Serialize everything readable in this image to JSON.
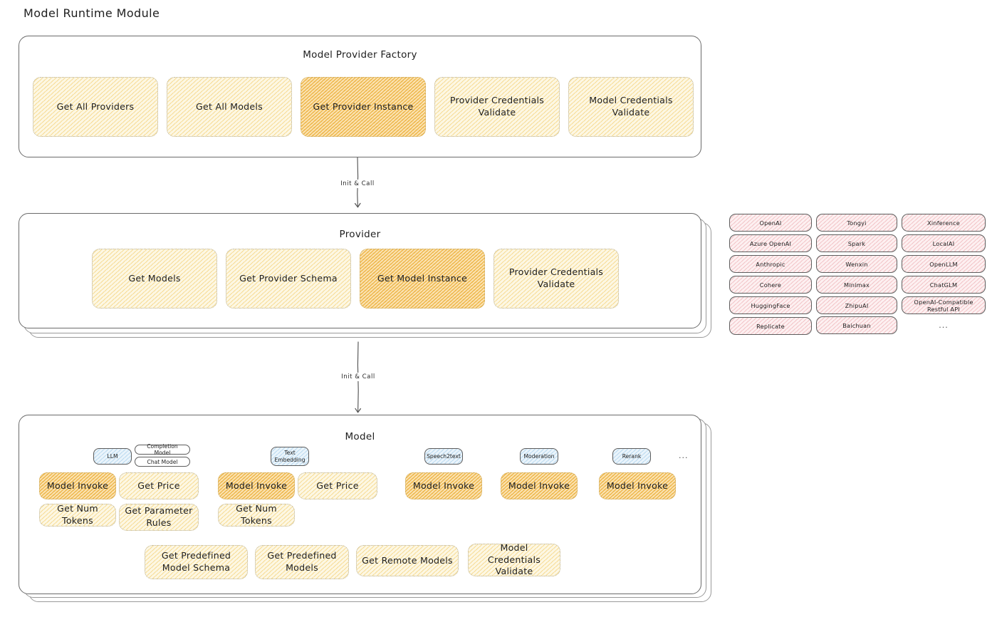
{
  "page": {
    "title": "Model Runtime Module"
  },
  "factory": {
    "title": "Model Provider Factory",
    "nodes": [
      {
        "label": "Get All Providers",
        "highlight": false
      },
      {
        "label": "Get All Models",
        "highlight": false
      },
      {
        "label": "Get Provider Instance",
        "highlight": true
      },
      {
        "label": "Provider Credentials Validate",
        "highlight": false
      },
      {
        "label": "Model Credentials Validate",
        "highlight": false
      }
    ]
  },
  "connectors": [
    {
      "label": "Init & Call"
    },
    {
      "label": "Init & Call"
    }
  ],
  "provider": {
    "title": "Provider",
    "nodes": [
      {
        "label": "Get Models",
        "highlight": false
      },
      {
        "label": "Get Provider Schema",
        "highlight": false
      },
      {
        "label": "Get Model Instance",
        "highlight": true
      },
      {
        "label": "Provider Credentials Validate",
        "highlight": false
      }
    ]
  },
  "provider_list": {
    "columns": [
      {
        "items": [
          "OpenAI",
          "Azure OpenAI",
          "Anthropic",
          "Cohere",
          "HuggingFace",
          "Replicate"
        ]
      },
      {
        "items": [
          "Tongyi",
          "Spark",
          "Wenxin",
          "Minimax",
          "ZhipuAI",
          "Baichuan"
        ]
      },
      {
        "items": [
          "Xinference",
          "LocalAI",
          "OpenLLM",
          "ChatGLM",
          "OpenAI-Compatible Restful API"
        ]
      }
    ],
    "more_indicator": "..."
  },
  "model": {
    "title": "Model",
    "more_indicator": "...",
    "types": [
      {
        "badge": "LLM",
        "sub_badges": [
          "Completion Model",
          "Chat Model"
        ],
        "nodes_row1": [
          {
            "label": "Model Invoke",
            "highlight": true
          },
          {
            "label": "Get Price",
            "highlight": false
          }
        ],
        "nodes_row2": [
          {
            "label": "Get Num Tokens",
            "highlight": false
          },
          {
            "label": "Get Parameter Rules",
            "highlight": false
          }
        ]
      },
      {
        "badge": "Text Embedding",
        "sub_badges": [],
        "nodes_row1": [
          {
            "label": "Model Invoke",
            "highlight": true
          },
          {
            "label": "Get Price",
            "highlight": false
          }
        ],
        "nodes_row2": [
          {
            "label": "Get Num Tokens",
            "highlight": false
          }
        ]
      },
      {
        "badge": "Speech2text",
        "sub_badges": [],
        "nodes_row1": [
          {
            "label": "Model Invoke",
            "highlight": true
          }
        ],
        "nodes_row2": []
      },
      {
        "badge": "Moderation",
        "sub_badges": [],
        "nodes_row1": [
          {
            "label": "Model Invoke",
            "highlight": true
          }
        ],
        "nodes_row2": []
      },
      {
        "badge": "Rerank",
        "sub_badges": [],
        "nodes_row1": [
          {
            "label": "Model Invoke",
            "highlight": true
          }
        ],
        "nodes_row2": []
      }
    ],
    "shared_nodes": [
      {
        "label": "Get Predefined Model Schema",
        "highlight": false
      },
      {
        "label": "Get Predefined Models",
        "highlight": false
      },
      {
        "label": "Get Remote Models",
        "highlight": false
      },
      {
        "label": "Model Credentials Validate",
        "highlight": false
      }
    ]
  },
  "colors": {
    "node_fill": "#fdf7e3",
    "node_highlight_fill": "#fbe3b4",
    "provider_chip_fill": "#fdf0f1",
    "badge_blue_fill": "#eaf4fb",
    "card_border": "#6b6b6b",
    "text": "#1e1e1e"
  }
}
